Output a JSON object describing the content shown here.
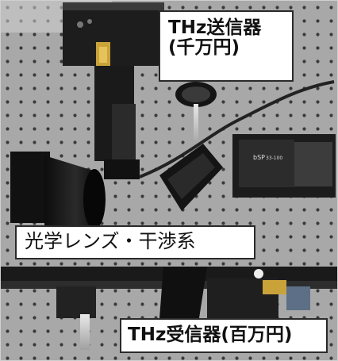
{
  "labels": {
    "transmitter_line1": "THz送信器",
    "transmitter_line2": "(千万円)",
    "optics": "光学レンズ・干渉系",
    "receiver": "THz受信器(百万円)"
  },
  "device_text": {
    "stage_brand": "bSP",
    "stage_model": "33-100"
  },
  "colors": {
    "table": "#a9a9a9",
    "hole": "#3c3c3c",
    "metal_dark": "#1b1b1b",
    "gold": "#c9a23a"
  }
}
